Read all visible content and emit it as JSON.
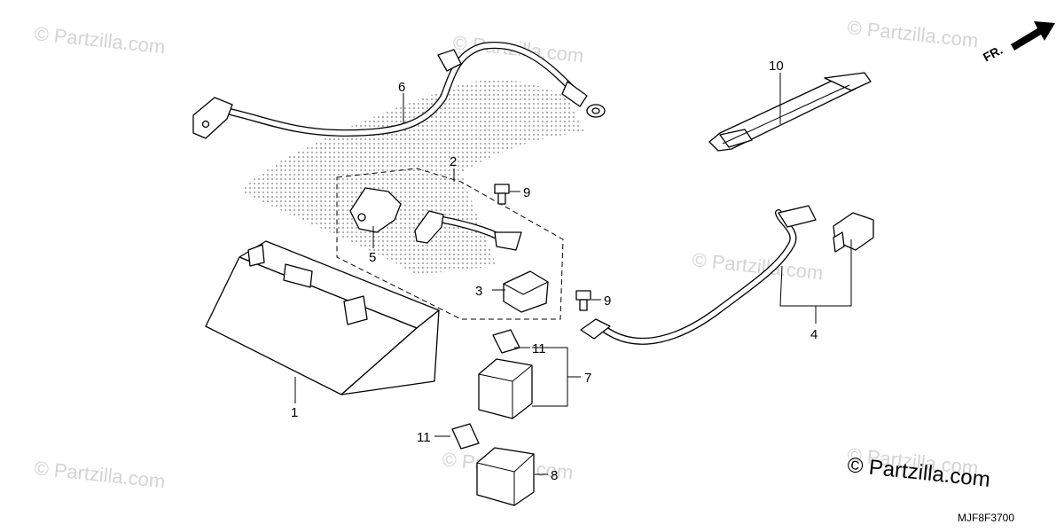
{
  "watermarks": [
    "© Partzilla.com",
    "© Partzilla.com",
    "© Partzilla.com",
    "© Partzilla.com",
    "© Partzilla.com",
    "© Partzilla.com",
    "© Partzilla.com"
  ],
  "callouts": [
    "1",
    "2",
    "3",
    "4",
    "5",
    "6",
    "7",
    "8",
    "9",
    "9",
    "10",
    "11",
    "11"
  ],
  "copyright": "© Partzilla.com",
  "diagram_code": "MJF8F3700",
  "front_indicator": "FR."
}
